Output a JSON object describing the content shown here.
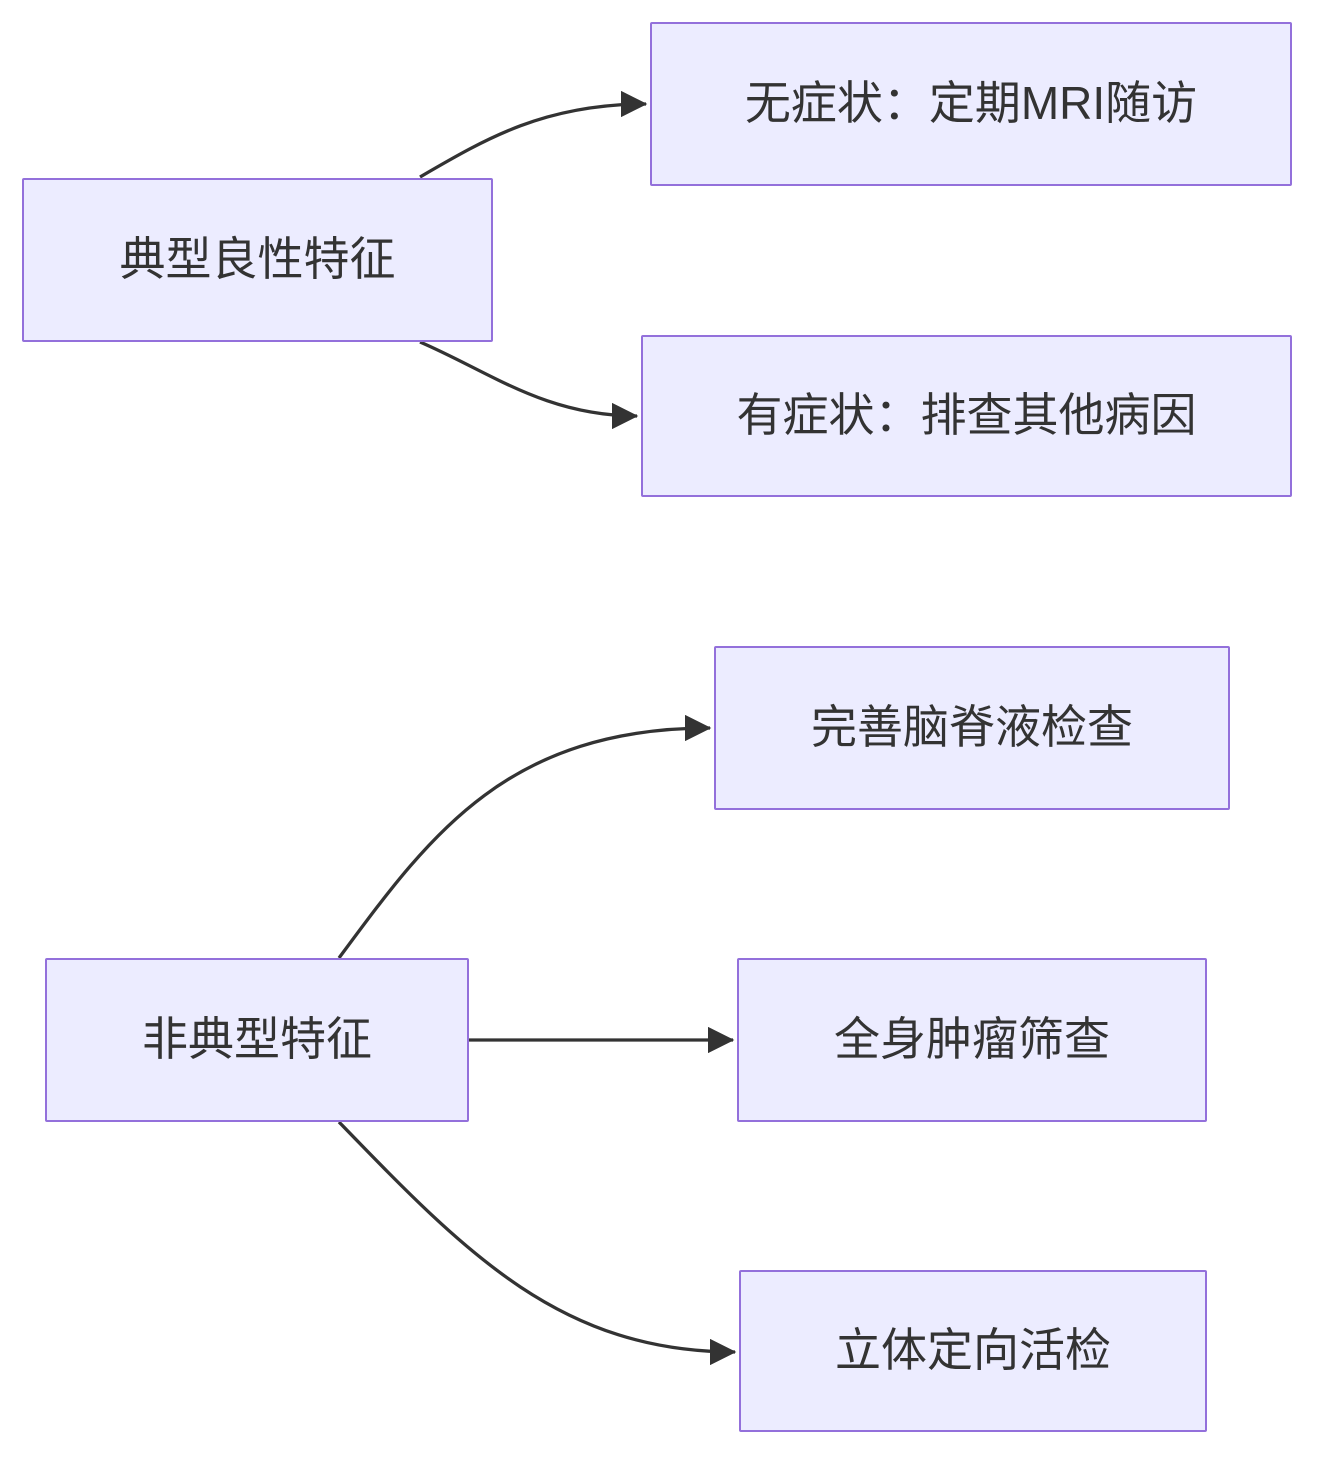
{
  "diagram": {
    "type": "flowchart",
    "direction": "left-to-right",
    "colors": {
      "background": "#ffffff",
      "node_fill": "#ECECFF",
      "node_border": "#9370DB",
      "edge_line": "#333333",
      "text": "#333333"
    },
    "nodes": [
      {
        "id": "typical-benign-features",
        "label": "典型良性特征"
      },
      {
        "id": "asymptomatic-mri-followup",
        "label": "无症状：定期MRI随访"
      },
      {
        "id": "symptomatic-other-causes",
        "label": "有症状：排查其他病因"
      },
      {
        "id": "atypical-features",
        "label": "非典型特征"
      },
      {
        "id": "csf-examination",
        "label": "完善脑脊液检查"
      },
      {
        "id": "systemic-tumor-screening",
        "label": "全身肿瘤筛查"
      },
      {
        "id": "stereotactic-biopsy",
        "label": "立体定向活检"
      }
    ],
    "edges": [
      {
        "from": "典型良性特征",
        "to": "无症状：定期MRI随访",
        "style": "curved-arrow"
      },
      {
        "from": "典型良性特征",
        "to": "有症状：排查其他病因",
        "style": "curved-arrow"
      },
      {
        "from": "非典型特征",
        "to": "完善脑脊液检查",
        "style": "curved-arrow"
      },
      {
        "from": "非典型特征",
        "to": "全身肿瘤筛查",
        "style": "straight-arrow"
      },
      {
        "from": "非典型特征",
        "to": "立体定向活检",
        "style": "curved-arrow"
      }
    ]
  }
}
